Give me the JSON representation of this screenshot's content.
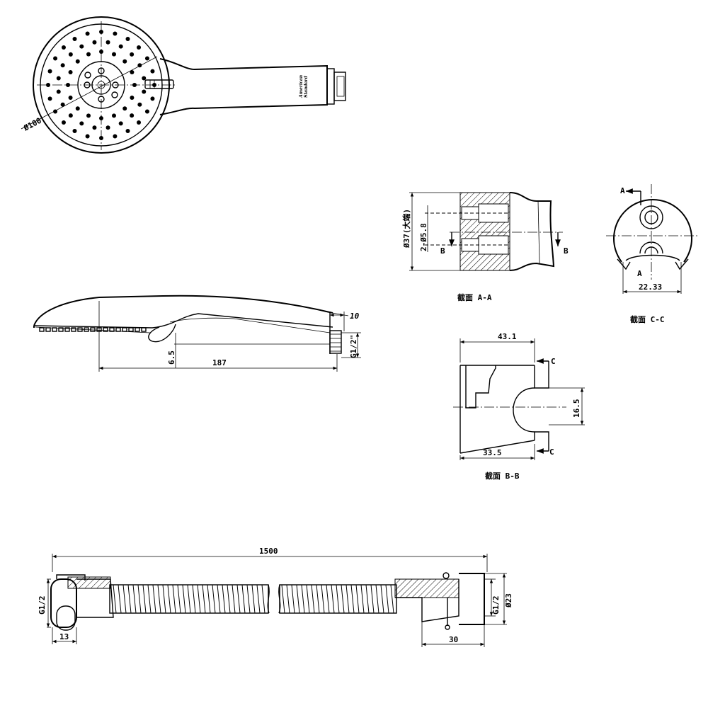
{
  "front_view": {
    "diameter_label": "Ø100",
    "brand_line1": "American",
    "brand_line2": "Standard"
  },
  "side_view": {
    "dim_length": "187",
    "dim_offset": "6.5",
    "dim_thread": "G1/2\"",
    "dim_nut": "10"
  },
  "section_aa": {
    "dim_diameter": "Ø37(大端)",
    "dim_holes": "2-Ø5.8",
    "mark_left": "B",
    "mark_right": "B",
    "caption": "截面 A-A"
  },
  "section_cc": {
    "mark_top": "A",
    "mark_bottom": "A",
    "dim_width": "22.33",
    "caption": "截面 C-C"
  },
  "section_bb": {
    "dim_top": "43.1",
    "dim_bottom": "33.5",
    "dim_height": "16.5",
    "mark_top": "C",
    "mark_bottom": "C",
    "caption": "截面 B-B"
  },
  "hose": {
    "dim_length": "1500",
    "dim_left_thread": "G1/2",
    "dim_right_thread": "G1/2",
    "dim_right_diameter": "Ø23",
    "dim_left_nut": "13",
    "dim_right_cone": "30"
  },
  "colors": {
    "line": "#000000",
    "background": "#ffffff"
  }
}
